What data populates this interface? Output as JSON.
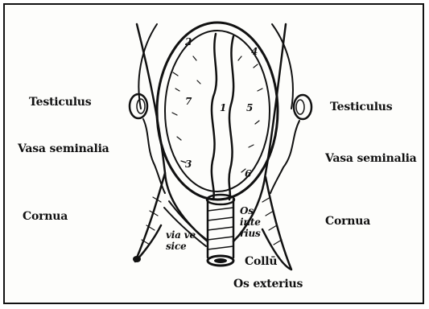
{
  "labels": {
    "left": {
      "testiculus": "Testiculus",
      "vasa_seminalia": "Vasa seminalia",
      "cornua": "Cornua"
    },
    "right": {
      "testiculus": "Testiculus",
      "vasa_seminalia": "Vasa seminalia",
      "cornua": "Cornua"
    },
    "center": {
      "os_interius": "Os interius",
      "os_interius_lines": [
        "Os",
        "inte",
        "rius"
      ],
      "via_vesice": "Via vesice",
      "via_vesice_lines": [
        "via ve",
        "sice"
      ],
      "collum": "Collū",
      "os_exterius": "Os exterius"
    },
    "cell_numbers": [
      "1",
      "2",
      "3",
      "4",
      "5",
      "6",
      "7"
    ]
  },
  "colors": {
    "ink": "#111111",
    "paper": "#fdfdfb"
  }
}
